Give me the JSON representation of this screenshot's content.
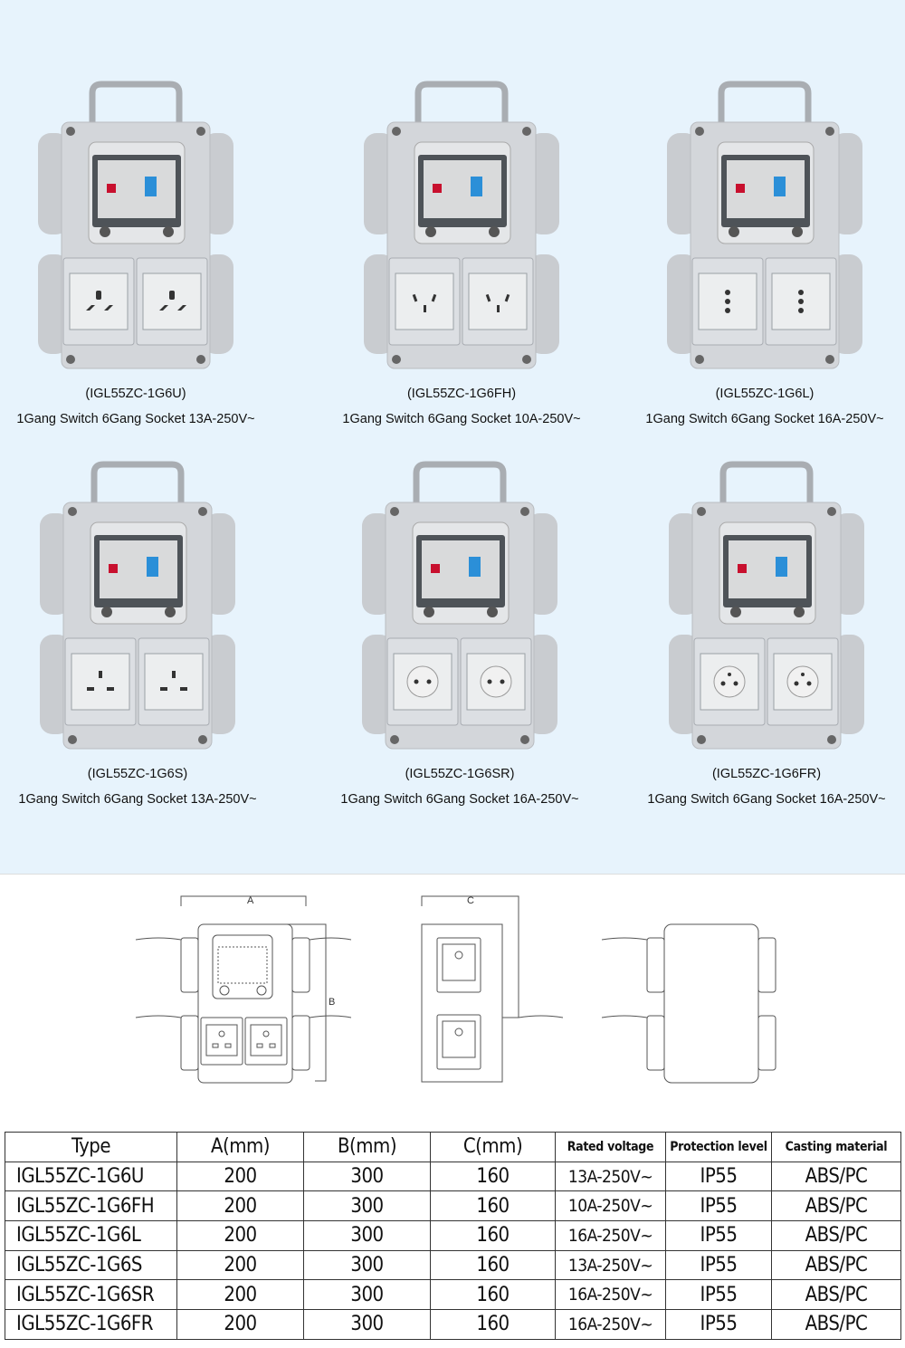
{
  "products": [
    {
      "model": "(IGL55ZC-1G6U)",
      "desc": "1Gang Switch 6Gang Socket 13A-250V~",
      "socket_icon": "universal-socket-icon"
    },
    {
      "model": "(IGL55ZC-1G6FH)",
      "desc": "1Gang Switch 6Gang Socket 10A-250V~",
      "socket_icon": "chinese-socket-icon"
    },
    {
      "model": "(IGL55ZC-1G6L)",
      "desc": "1Gang Switch 6Gang Socket 16A-250V~",
      "socket_icon": "italian-socket-icon"
    },
    {
      "model": "(IGL55ZC-1G6S)",
      "desc": "1Gang Switch 6Gang Socket 13A-250V~",
      "socket_icon": "uk-socket-icon"
    },
    {
      "model": "(IGL55ZC-1G6SR)",
      "desc": "1Gang Switch 6Gang Socket 16A-250V~",
      "socket_icon": "schuko-socket-icon"
    },
    {
      "model": "(IGL55ZC-1G6FR)",
      "desc": "1Gang Switch 6Gang Socket 16A-250V~",
      "socket_icon": "french-socket-icon"
    }
  ],
  "diagram": {
    "label_a": "A",
    "label_b": "B",
    "label_c": "C"
  },
  "table": {
    "headers": [
      "Type",
      "A(mm)",
      "B(mm)",
      "C(mm)",
      "Rated voltage",
      "Protection level",
      "Casting material"
    ],
    "rows": [
      [
        "IGL55ZC-1G6U",
        "200",
        "300",
        "160",
        "13A-250V~",
        "IP55",
        "ABS/PC"
      ],
      [
        "IGL55ZC-1G6FH",
        "200",
        "300",
        "160",
        "10A-250V~",
        "IP55",
        "ABS/PC"
      ],
      [
        "IGL55ZC-1G6L",
        "200",
        "300",
        "160",
        "16A-250V~",
        "IP55",
        "ABS/PC"
      ],
      [
        "IGL55ZC-1G6S",
        "200",
        "300",
        "160",
        "13A-250V~",
        "IP55",
        "ABS/PC"
      ],
      [
        "IGL55ZC-1G6SR",
        "200",
        "300",
        "160",
        "16A-250V~",
        "IP55",
        "ABS/PC"
      ],
      [
        "IGL55ZC-1G6FR",
        "200",
        "300",
        "160",
        "16A-250V~",
        "IP55",
        "ABS/PC"
      ]
    ]
  },
  "colors": {
    "background": "#e7f3fc",
    "breaker_blue": "#2b8fd8",
    "indicator_red": "#c8102e"
  }
}
